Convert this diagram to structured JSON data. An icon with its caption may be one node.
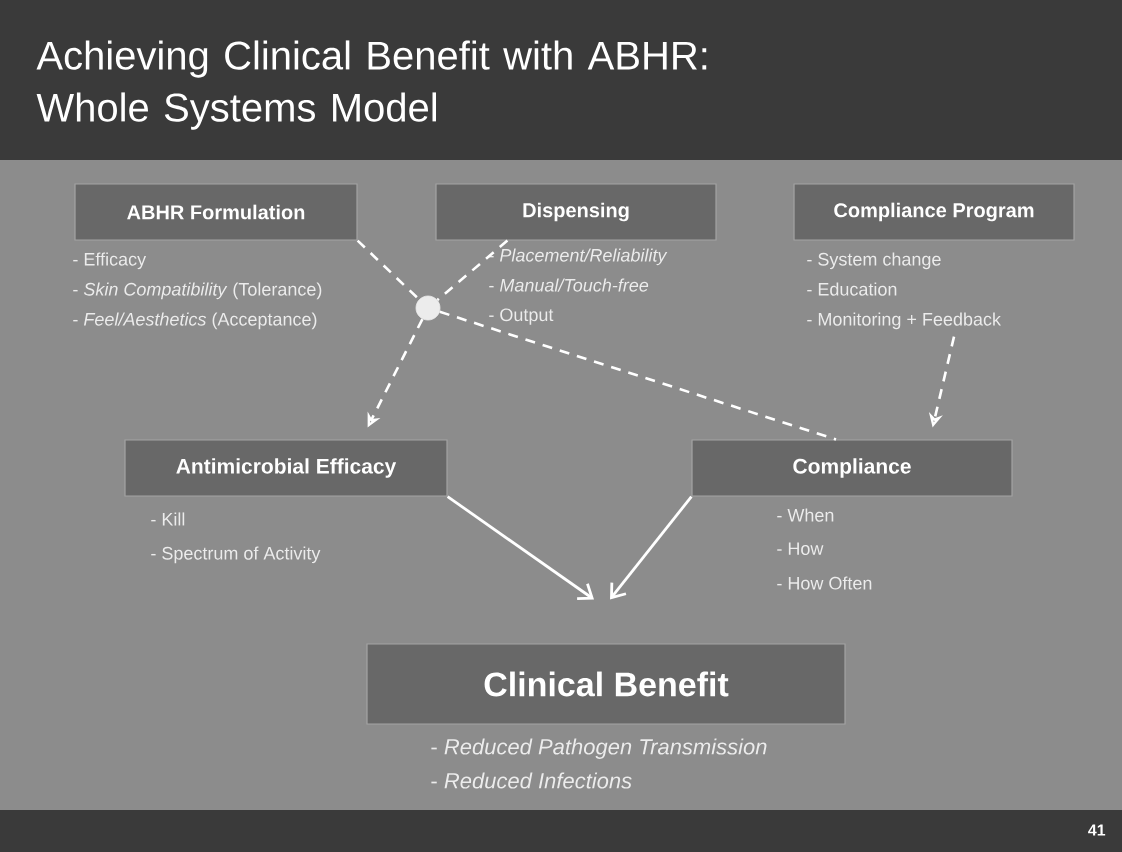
{
  "diagram": {
    "title": "Achieving Clinical Benefit with ABHR: Whole Systems Model",
    "nodes": [
      {
        "text": [
          "ABHR Formulation"
        ],
        "beside": [
          "- Efficacy",
          "- *Skin Compatibility* (Tolerance)",
          "- *Feel/Aesthetics* (Acceptance)"
        ]
      },
      {
        "text": [
          "Dispensing"
        ],
        "beside": [
          "- *Placement/Reliability*",
          "- *Manual/Touch-free*",
          "- Output"
        ]
      },
      {
        "text": [
          "Compliance Program"
        ],
        "beside": [
          "- System change",
          "- Education",
          "- Monitoring + Feedback"
        ]
      },
      {
        "text": [],
        "shape": "circle"
      },
      {
        "text": [
          "Antimicrobial Efficacy"
        ],
        "beside": [
          "- Kill",
          "- Spectrum of Activity"
        ]
      },
      {
        "text": [
          "Compliance"
        ],
        "beside": [
          "- When",
          "- How",
          "- How Often"
        ]
      },
      {
        "text": [
          "Clinical Benefit"
        ],
        "beside": [
          "- *Reduced Pathogen Transmission*",
          "- *Reduced Infections*"
        ]
      }
    ],
    "edges": [
      {
        "from": 0,
        "to": 3,
        "arrow": "none",
        "style": "dashed"
      },
      {
        "from": 1,
        "to": 3,
        "arrow": "none",
        "style": "dashed"
      },
      {
        "from": 3,
        "to": 4,
        "arrow": "to",
        "style": "dashed"
      },
      {
        "from": 3,
        "to": 5,
        "arrow": "none",
        "style": "dashed"
      },
      {
        "from": 2,
        "to": 5,
        "arrow": "to",
        "style": "dashed"
      },
      {
        "from": 4,
        "to": 6,
        "arrow": "to"
      },
      {
        "from": 5,
        "to": 6,
        "arrow": "to"
      }
    ],
    "labels": [
      "41"
    ]
  }
}
